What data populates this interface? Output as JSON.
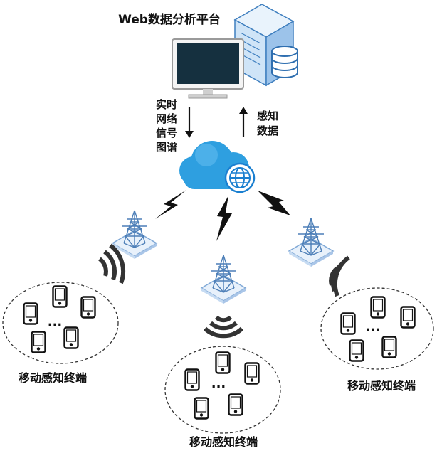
{
  "platform": {
    "label": "Web数据分析平台"
  },
  "downlink": {
    "lines": [
      "实时",
      "网络",
      "信号",
      "图谱"
    ]
  },
  "uplink": {
    "lines": [
      "感知",
      "数据"
    ]
  },
  "clusters": [
    {
      "label": "移动感知终端",
      "ellipsis": "..."
    },
    {
      "label": "移动感知终端",
      "ellipsis": "..."
    },
    {
      "label": "移动感知终端",
      "ellipsis": "..."
    }
  ],
  "colors": {
    "cloud": "#2e9fe0",
    "globe": "#1a7fd0",
    "monitor_screen": "#15303f",
    "server": "#cfe4f7",
    "server_edge": "#3f7fbf",
    "tower": "#5a8fc4",
    "line": "#222222"
  },
  "icons": [
    "monitor-icon",
    "server-icon",
    "database-icon",
    "cloud-icon",
    "globe-icon",
    "lightning-icon",
    "tower-icon",
    "wifi-icon",
    "phone-icon"
  ]
}
